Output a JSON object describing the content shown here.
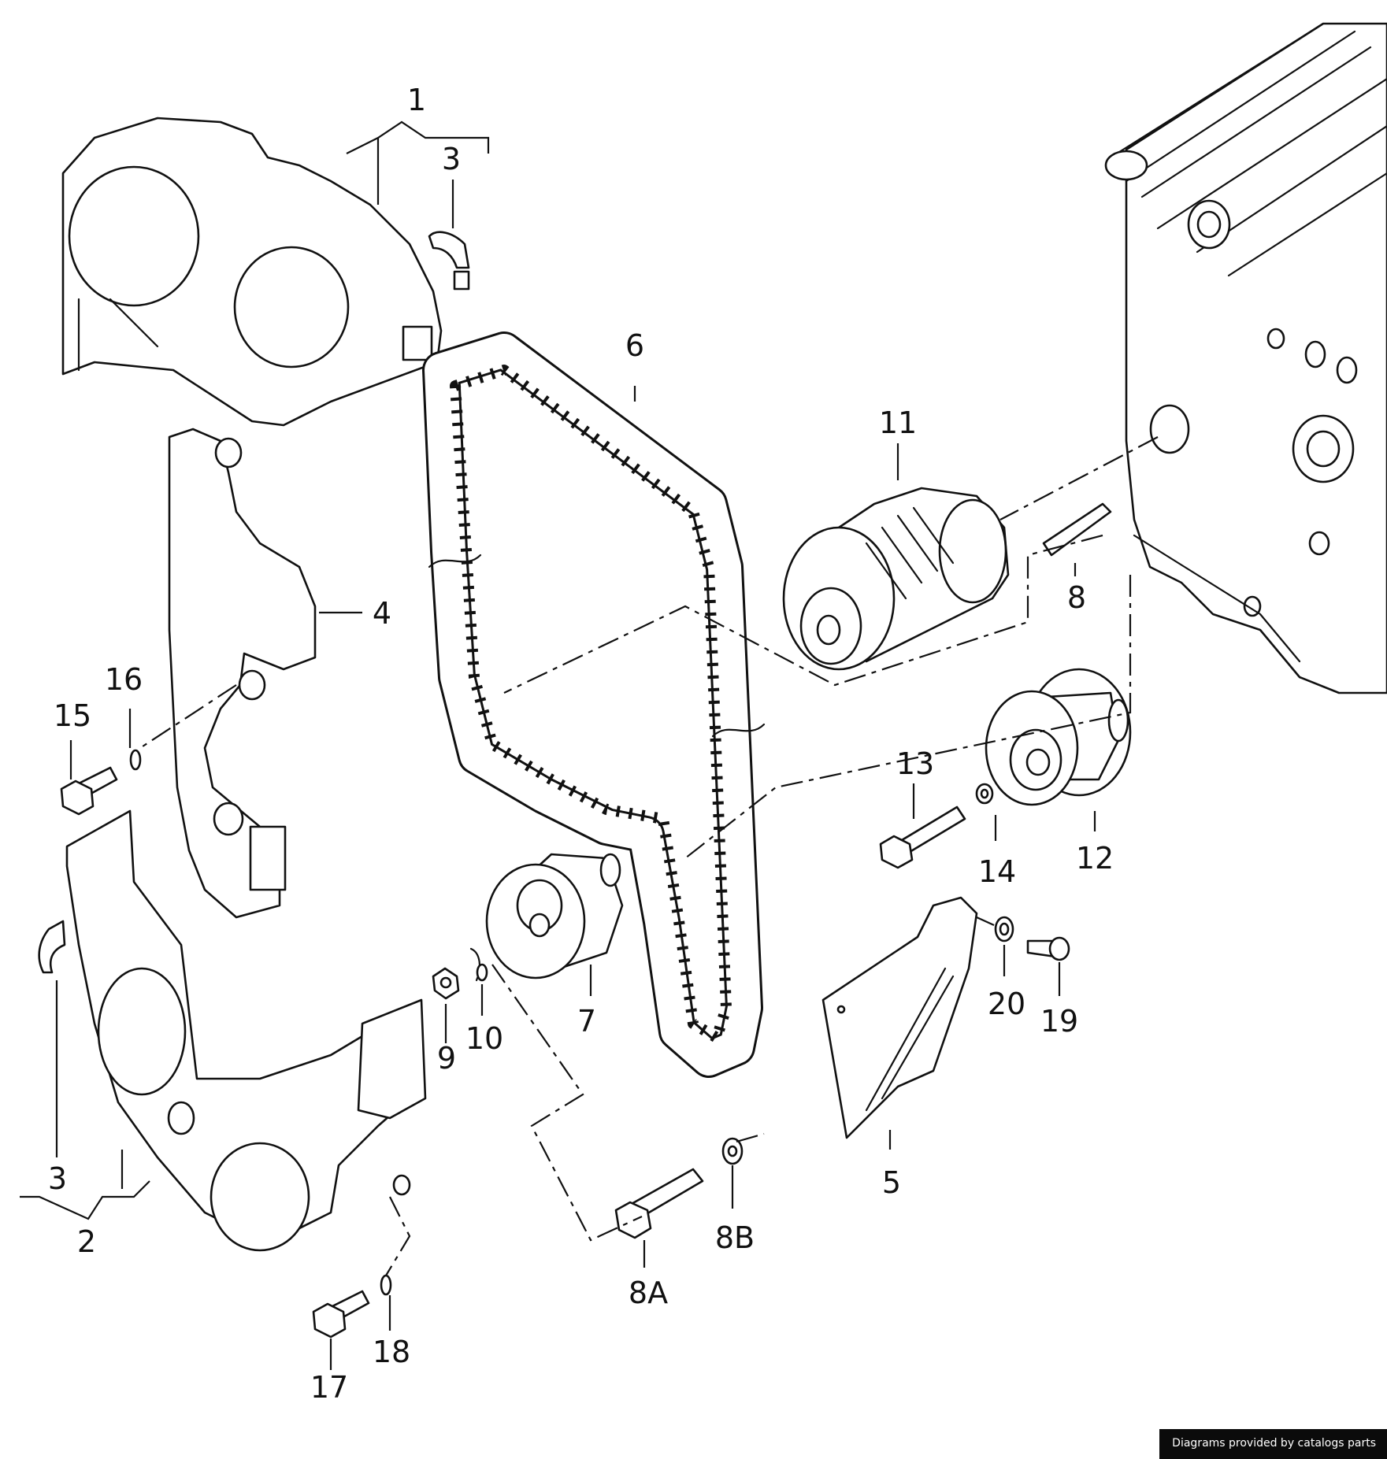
{
  "diagram": {
    "callouts": [
      {
        "id": "c1",
        "text": "1"
      },
      {
        "id": "c2",
        "text": "2"
      },
      {
        "id": "c3a",
        "text": "3"
      },
      {
        "id": "c3b",
        "text": "3"
      },
      {
        "id": "c4",
        "text": "4"
      },
      {
        "id": "c5",
        "text": "5"
      },
      {
        "id": "c6",
        "text": "6"
      },
      {
        "id": "c7",
        "text": "7"
      },
      {
        "id": "c8",
        "text": "8"
      },
      {
        "id": "c8a",
        "text": "8A"
      },
      {
        "id": "c8b",
        "text": "8B"
      },
      {
        "id": "c9",
        "text": "9"
      },
      {
        "id": "c10",
        "text": "10"
      },
      {
        "id": "c11",
        "text": "11"
      },
      {
        "id": "c12",
        "text": "12"
      },
      {
        "id": "c13",
        "text": "13"
      },
      {
        "id": "c14",
        "text": "14"
      },
      {
        "id": "c15",
        "text": "15"
      },
      {
        "id": "c16",
        "text": "16"
      },
      {
        "id": "c17",
        "text": "17"
      },
      {
        "id": "c18",
        "text": "18"
      },
      {
        "id": "c19",
        "text": "19"
      },
      {
        "id": "c20",
        "text": "20"
      }
    ]
  },
  "footer": {
    "credit": "Diagrams provided by catalogs parts"
  }
}
